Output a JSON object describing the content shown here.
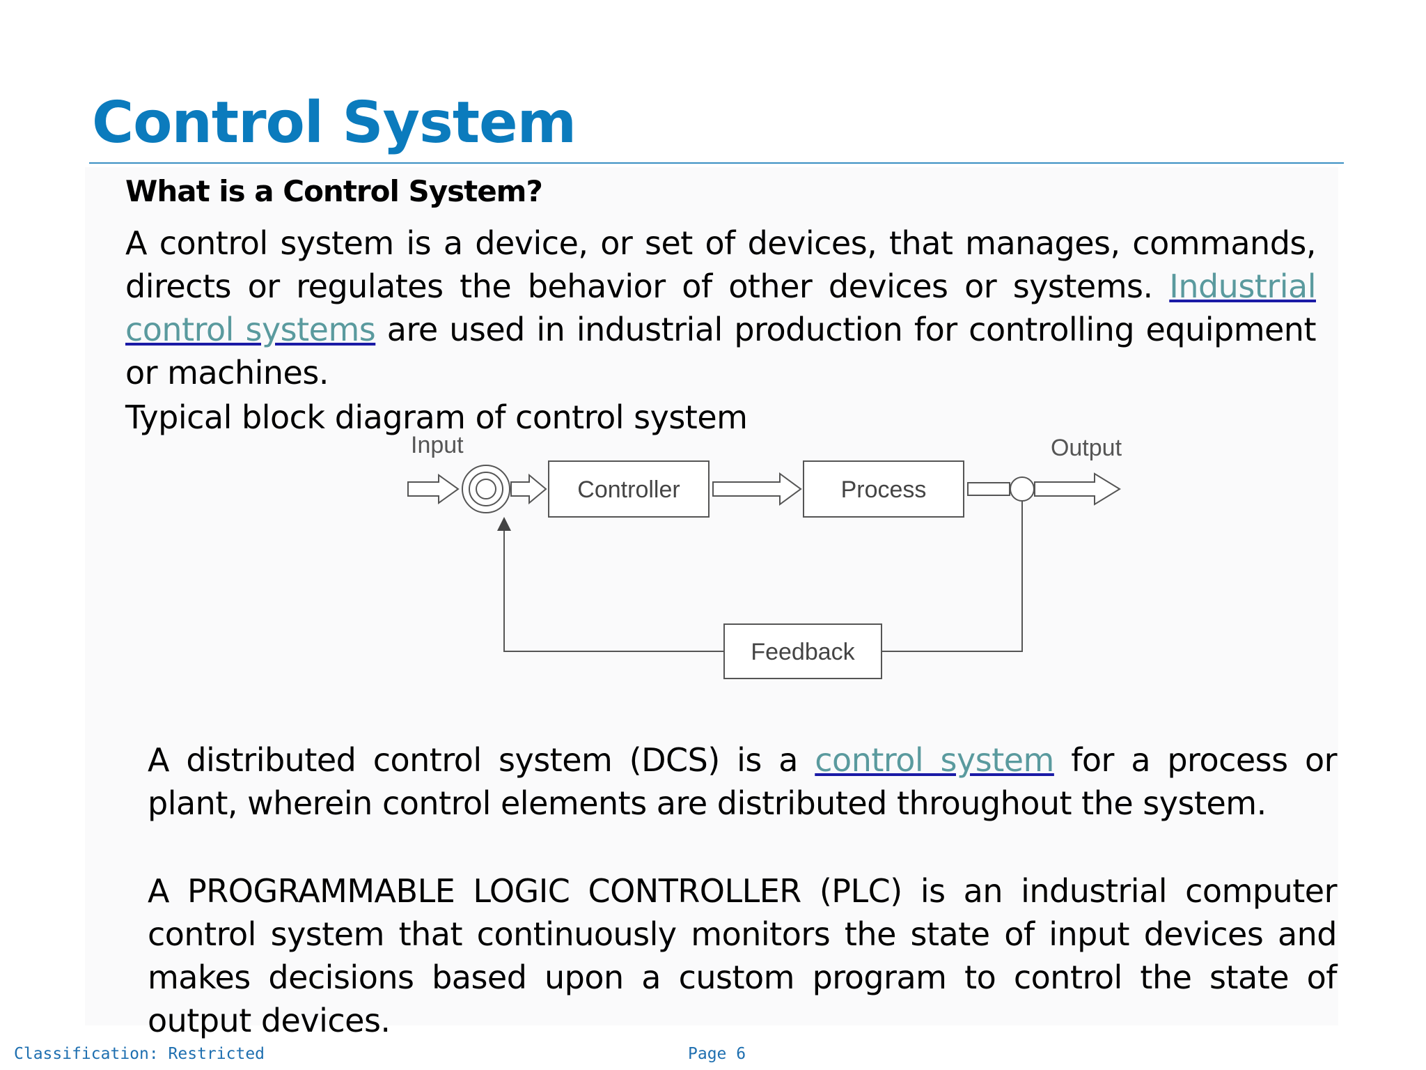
{
  "title": "Control System",
  "subheading": "What is a Control System?",
  "intro": {
    "text_before_link": "A control system is a device, or set of devices, that manages, commands, directs or regulates  the behavior of other devices or systems. ",
    "link": "Industrial control systems",
    "text_after_link": " are used in industrial  production for controlling equipment or machines."
  },
  "diagram_caption": "Typical block diagram of control system",
  "diagram": {
    "input_label": "Input",
    "output_label": "Output",
    "controller_label": "Controller",
    "process_label": "Process",
    "feedback_label": "Feedback"
  },
  "dcs": {
    "text_before_link": "A distributed control system (DCS) is a ",
    "link": "control system",
    "text_after_link": " for a process or plant, wherein control  elements are distributed throughout the system."
  },
  "plc": {
    "text": "A PROGRAMMABLE LOGIC CONTROLLER (PLC) is an industrial computer control system that  continuously monitors the state of input devices and makes decisions based upon a custom  program to control the state of output devices."
  },
  "footer": {
    "classification": "Classification: Restricted",
    "page": "Page 6"
  },
  "colors": {
    "title": "#0b7bbd",
    "rule": "#3a8fc3",
    "link_text": "#5a9a9e",
    "link_underline": "#1a1aa6",
    "footer": "#1e6fb0"
  }
}
